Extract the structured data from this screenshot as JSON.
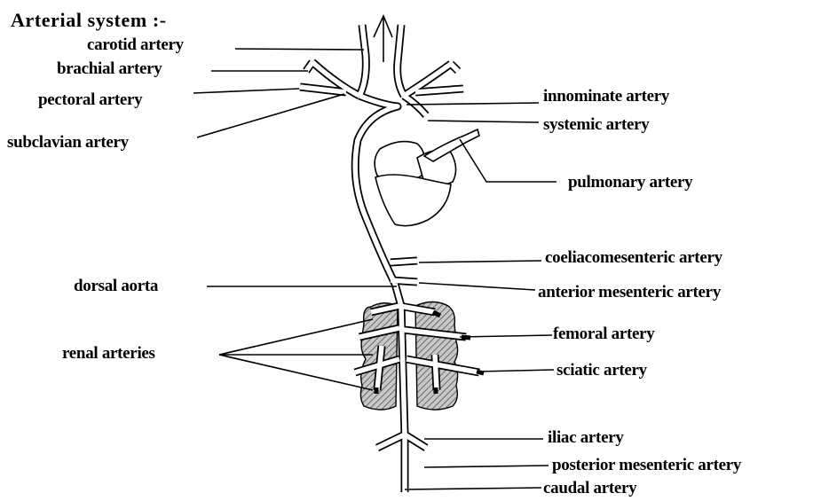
{
  "title": "Arterial system :-",
  "labels": {
    "carotid": "carotid artery",
    "brachial": "brachial artery",
    "pectoral": "pectoral artery",
    "subclavian": "subclavian artery",
    "innominate": "innominate artery",
    "systemic": "systemic artery",
    "pulmonary": "pulmonary artery",
    "coeliacomesenteric": "coeliacomesenteric artery",
    "dorsal_aorta": "dorsal aorta",
    "anterior_mesenteric": "anterior mesenteric artery",
    "femoral": "femoral artery",
    "renal": "renal arteries",
    "sciatic": "sciatic artery",
    "iliac": "iliac artery",
    "posterior_mesenteric": "posterior mesenteric artery",
    "caudal": "caudal artery"
  }
}
